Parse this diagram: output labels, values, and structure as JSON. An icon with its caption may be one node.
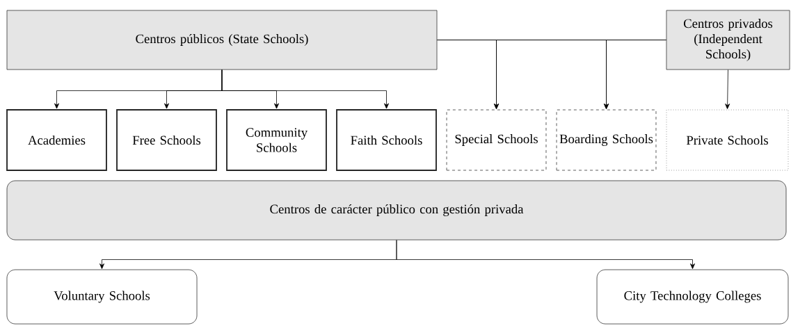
{
  "diagram": {
    "nodes": [
      {
        "text": [
          "Centros públicos (State Schools)"
        ]
      },
      {
        "text": [
          "Centros privados (Independent Schools)"
        ]
      },
      {
        "text": [
          "Academies"
        ]
      },
      {
        "text": [
          "Free Schools"
        ]
      },
      {
        "text": [
          "Community Schools"
        ]
      },
      {
        "text": [
          "Faith Schools"
        ]
      },
      {
        "text": [
          "Special Schools"
        ]
      },
      {
        "text": [
          "Boarding Schools"
        ]
      },
      {
        "text": [
          "Private Schools"
        ]
      },
      {
        "text": [
          "Centros de carácter público con gestión privada"
        ]
      },
      {
        "text": [
          "Voluntary Schools"
        ]
      },
      {
        "text": [
          "City Technology Colleges"
        ]
      }
    ],
    "edges": [
      {
        "from": 0,
        "to": 2,
        "arrow": "to"
      },
      {
        "from": 0,
        "to": 3,
        "arrow": "to"
      },
      {
        "from": 0,
        "to": 4,
        "arrow": "to"
      },
      {
        "from": 0,
        "to": 5,
        "arrow": "to"
      },
      {
        "from": 0,
        "to": 6,
        "arrow": "to"
      },
      {
        "from": 0,
        "to": 7,
        "arrow": "to"
      },
      {
        "from": 1,
        "to": 6,
        "arrow": "to"
      },
      {
        "from": 1,
        "to": 7,
        "arrow": "to"
      },
      {
        "from": 1,
        "to": 8,
        "arrow": "to"
      },
      {
        "from": 9,
        "to": 10,
        "arrow": "to"
      },
      {
        "from": 9,
        "to": 11,
        "arrow": "to"
      }
    ]
  }
}
